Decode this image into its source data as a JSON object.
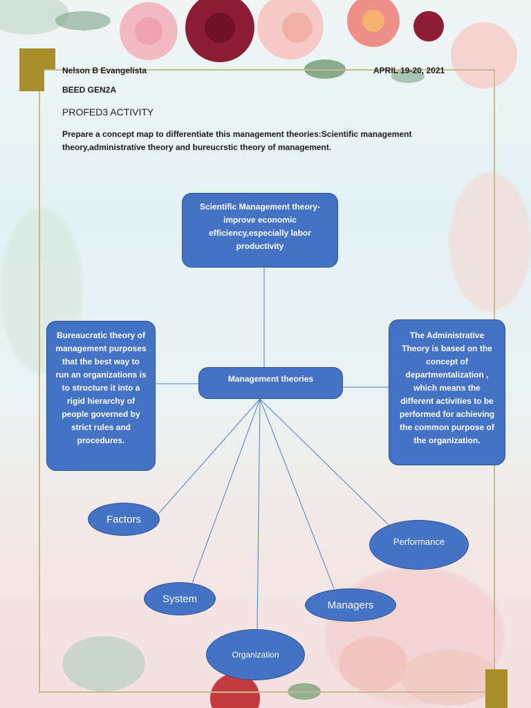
{
  "header": {
    "name": "Nelson B Evangelista",
    "date": "APRIL 19-20, 2021",
    "section": "BEED GEN2A",
    "title": "PROFED3 ACTIVITY",
    "instructions": "Prepare a concept map to differentiate this management theories:Scientific management theory,administrative theory and bureucrstic theory of management."
  },
  "diagram": {
    "center": "Management theories",
    "scientific": "Scientific Management theory-improve economic efficiency,especially labor productivity",
    "bureaucratic": "Bureaucratic theory of management purposes that the best way to run an organizations is to structure it into a rigid hierarchy of people governed by strict rules and procedures.",
    "administrative": "The Administrative Theory is based on the concept of departmentalization , which means the different activities to be performed for achieving the common purpose of the organization.",
    "ellipses": {
      "factors": "Factors",
      "system": "System",
      "organization": "Organization",
      "managers": "Managers",
      "performance": "Performance"
    }
  },
  "colors": {
    "node_fill": "#4472c4",
    "node_border": "#2f528f",
    "connector": "#4a7bc8",
    "frame": "#c9b98a",
    "accent_gold": "#a88f2c"
  }
}
